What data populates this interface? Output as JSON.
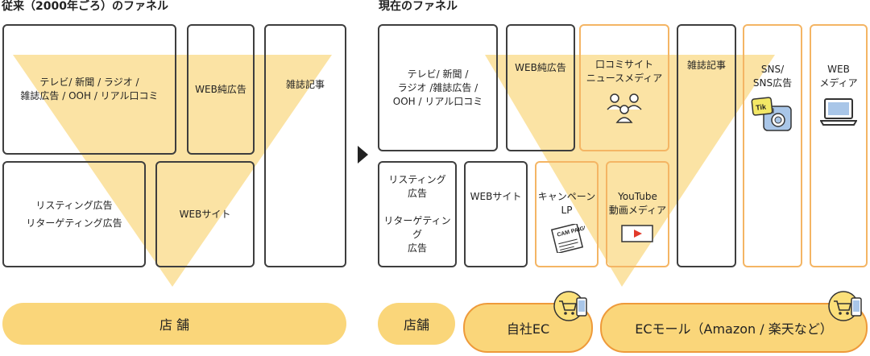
{
  "left": {
    "title": "従来（2000年ごろ）のファネル",
    "boxes": {
      "tv": "テレビ/ 新聞 / ラジオ /\n雑誌広告 / OOH / リアル口コミ",
      "web_ad": "WEB純広告",
      "magazine": "雑誌記事",
      "listing": "リスティング広告\nリターゲティング広告",
      "website": "WEBサイト"
    },
    "store": "店 舗"
  },
  "right": {
    "title": "現在のファネル",
    "boxes": {
      "tv": "テレビ/ 新聞 /\nラジオ /雑誌広告 /\nOOH / リアル口コミ",
      "web_ad": "WEB純広告",
      "review": "口コミサイト\nニュースメディア",
      "magazine": "雑誌記事",
      "sns": "SNS/\nSNS広告",
      "web_media": "WEB\nメディア",
      "listing": "リスティング\n広告\n\nリターゲティング\n広告",
      "website": "WEBサイト",
      "campaign": "キャンペーン\nLP",
      "youtube": "YouTube\n動画メディア"
    },
    "store": "店舗",
    "own_ec": "自社EC",
    "ec_mall": "ECモール（Amazon / 楽天など）"
  },
  "icons": {
    "people": "people-group-icon",
    "sns": "sns-app-icon",
    "laptop": "laptop-icon",
    "campaign": "campaign-flyer-icon",
    "video": "video-player-icon",
    "cart": "cart-phone-icon"
  },
  "logo_text": {
    "tiktok_label": "Tik",
    "flyer_label": "CAM PAIGN"
  },
  "colors": {
    "funnel": "#fbe3a4",
    "pill": "#fad67a",
    "border_dark": "#3e3e3e",
    "border_orange": "#f4b564"
  }
}
